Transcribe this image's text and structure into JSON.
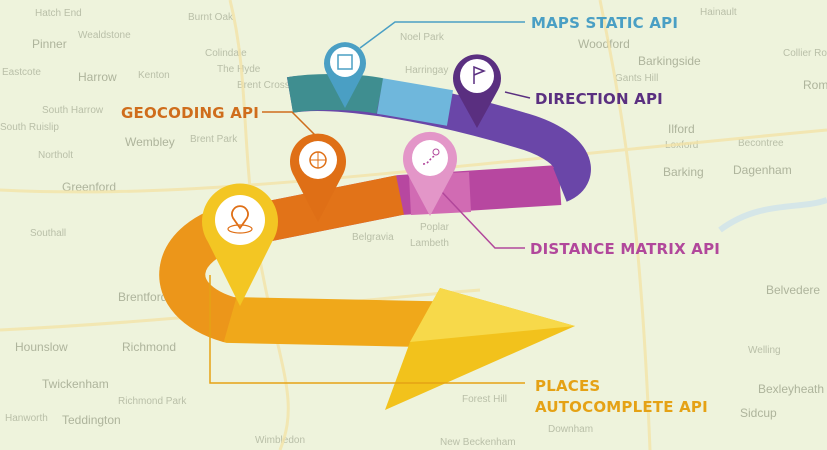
{
  "map": {
    "places": [
      {
        "name": "Hatch End",
        "big": false
      },
      {
        "name": "Burnt Oak",
        "big": false
      },
      {
        "name": "Pinner",
        "big": true
      },
      {
        "name": "Wealdstone",
        "big": false
      },
      {
        "name": "Colindale",
        "big": false
      },
      {
        "name": "The Hyde",
        "big": false
      },
      {
        "name": "Eastcote",
        "big": false
      },
      {
        "name": "Harrow",
        "big": true
      },
      {
        "name": "Kenton",
        "big": false
      },
      {
        "name": "Brent Cross",
        "big": false
      },
      {
        "name": "South Harrow",
        "big": false
      },
      {
        "name": "South Ruislip",
        "big": false
      },
      {
        "name": "Wembley",
        "big": true
      },
      {
        "name": "Brent Park",
        "big": false
      },
      {
        "name": "Northolt",
        "big": false
      },
      {
        "name": "Greenford",
        "big": true
      },
      {
        "name": "Southall",
        "big": false
      },
      {
        "name": "Brentford",
        "big": true
      },
      {
        "name": "Hounslow",
        "big": true
      },
      {
        "name": "Richmond",
        "big": true
      },
      {
        "name": "Twickenham",
        "big": true
      },
      {
        "name": "Richmond Park",
        "big": false
      },
      {
        "name": "Hanworth",
        "big": false
      },
      {
        "name": "Teddington",
        "big": true
      },
      {
        "name": "Wimbledon",
        "big": false
      },
      {
        "name": "Noel Park",
        "big": false
      },
      {
        "name": "Harringay",
        "big": false
      },
      {
        "name": "Woodford",
        "big": true
      },
      {
        "name": "Hainault",
        "big": false
      },
      {
        "name": "Barkingside",
        "big": true
      },
      {
        "name": "Gants Hill",
        "big": false
      },
      {
        "name": "Ilford",
        "big": true
      },
      {
        "name": "Loxford",
        "big": false
      },
      {
        "name": "Becontree",
        "big": false
      },
      {
        "name": "Barking",
        "big": true
      },
      {
        "name": "Dagenham",
        "big": true
      },
      {
        "name": "Belvedere",
        "big": true
      },
      {
        "name": "Welling",
        "big": false
      },
      {
        "name": "Bexleyheath",
        "big": true
      },
      {
        "name": "Sidcup",
        "big": true
      },
      {
        "name": "Lambeth",
        "big": false
      },
      {
        "name": "Belgravia",
        "big": false
      },
      {
        "name": "Poplar",
        "big": false
      },
      {
        "name": "Forest Hill",
        "big": false
      },
      {
        "name": "Downham",
        "big": false
      },
      {
        "name": "New Beckenham",
        "big": false
      },
      {
        "name": "Rom",
        "big": true
      },
      {
        "name": "Collier Ro",
        "big": false
      }
    ]
  },
  "apis": [
    {
      "label": "MAPS STATIC API",
      "color": "#4a9fc4",
      "icon": "map-icon"
    },
    {
      "label": "DIRECTION API",
      "color": "#5a2f80",
      "icon": "flag-icon"
    },
    {
      "label": "GEOCODING API",
      "color": "#cf6d1c",
      "icon": "globe-icon"
    },
    {
      "label": "DISTANCE MATRIX API",
      "color": "#b1479b",
      "icon": "route-icon"
    },
    {
      "label": "PLACES",
      "label2": "AUTOCOMPLETE API",
      "color": "#e5a215",
      "icon": "location-pin-icon"
    }
  ]
}
